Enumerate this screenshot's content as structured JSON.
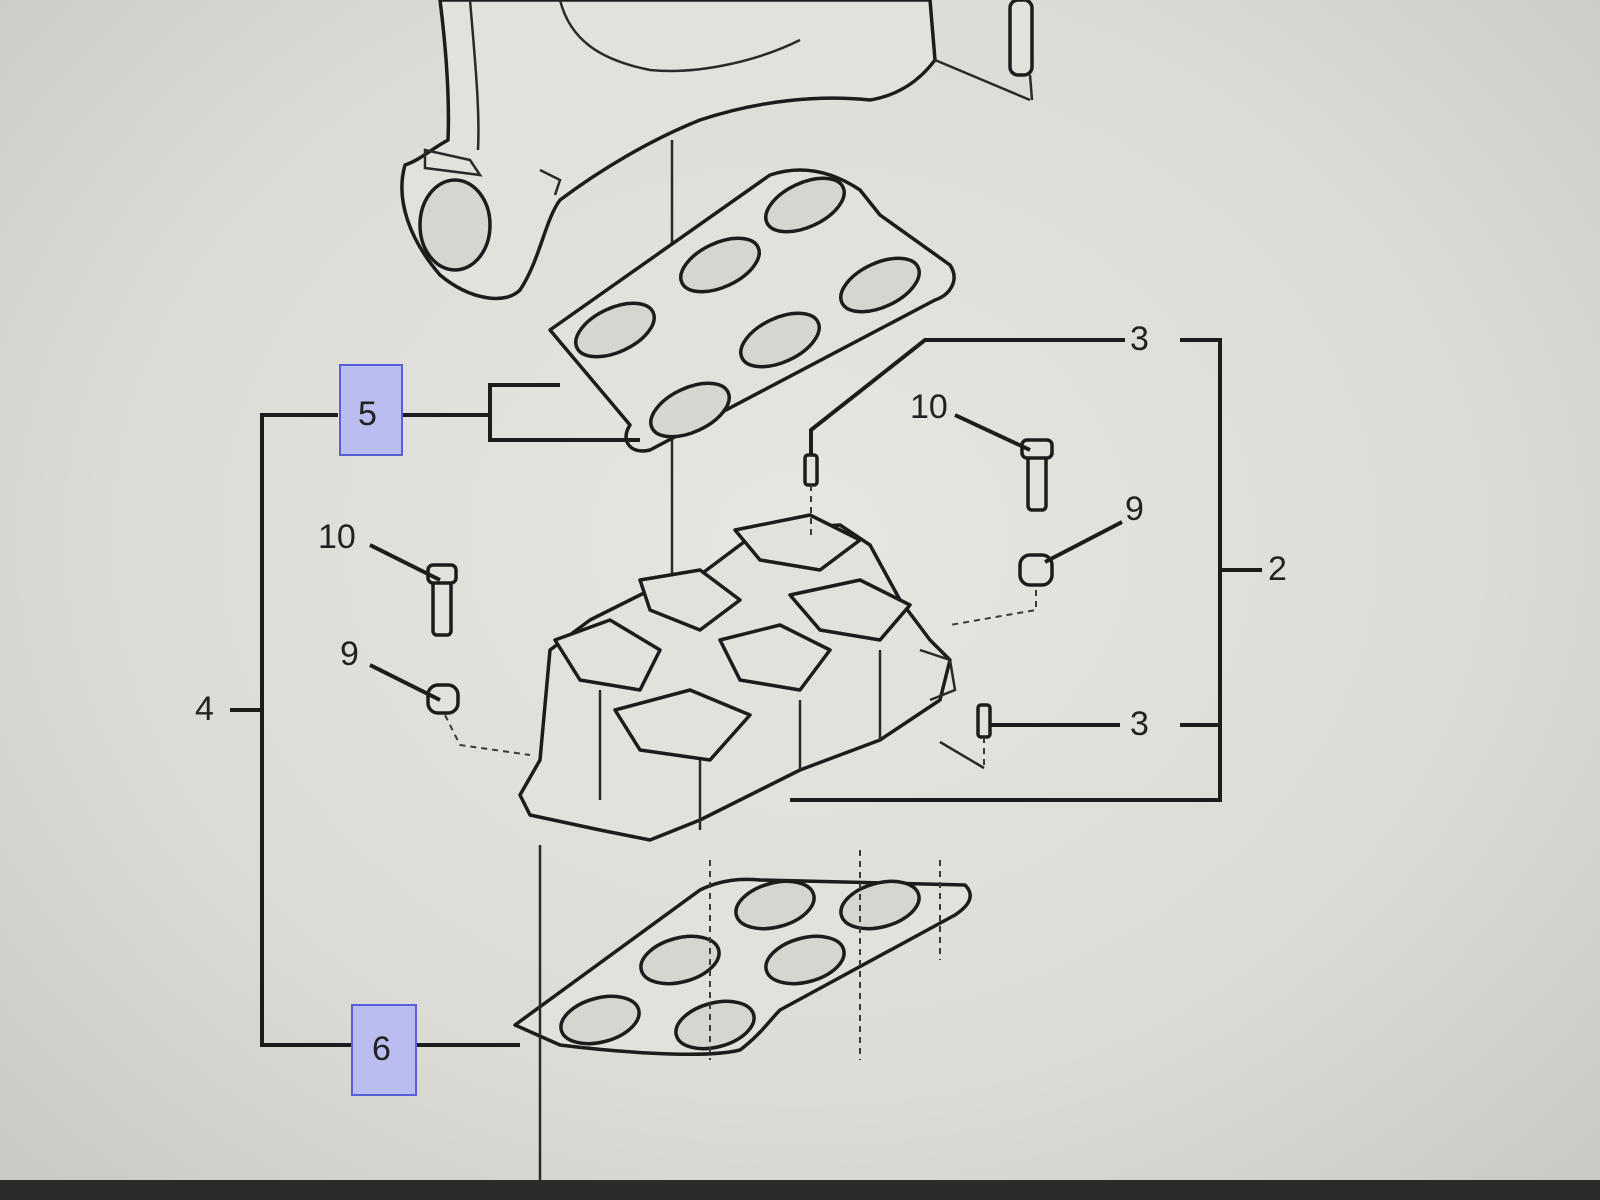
{
  "callouts": {
    "item_2": "2",
    "item_3_top": "3",
    "item_3_bottom": "3",
    "item_4": "4",
    "item_5": "5",
    "item_6": "6",
    "item_9_left": "9",
    "item_9_right": "9",
    "item_10_left": "10",
    "item_10_right": "10"
  },
  "colors": {
    "highlight_fill": "#b9bdf0",
    "highlight_border": "#5a5fd8",
    "line": "#1c1c1c",
    "paper": "#e2e1db"
  }
}
